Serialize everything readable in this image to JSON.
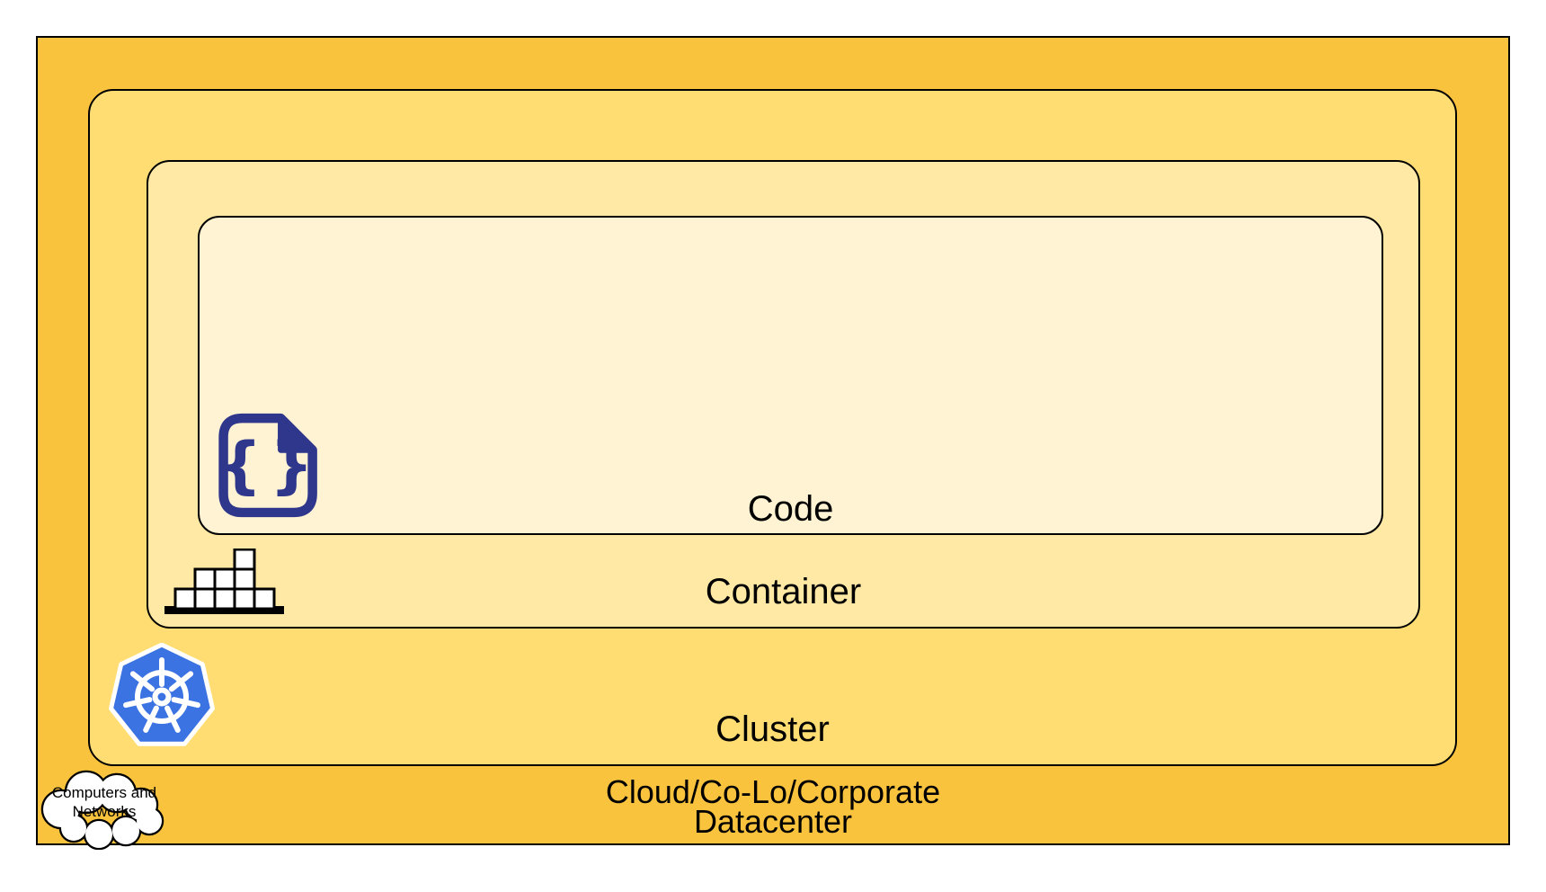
{
  "diagram": {
    "type": "nested-layers",
    "description": "Nested rounded rectangles showing cloud native stack layers",
    "layers": {
      "code": {
        "label": "Code"
      },
      "container": {
        "label": "Container"
      },
      "cluster": {
        "label": "Cluster"
      },
      "datacenter": {
        "label_line1": "Cloud/Co-Lo/Corporate",
        "label_line2": "Datacenter"
      }
    },
    "cloud_callout": {
      "line1": "Computers and",
      "line2": "Networks"
    },
    "icons": {
      "code": "code-file-icon (document with curly braces)",
      "code_braces_glyph": "{}",
      "container": "container-stack-icon (stacked shipping containers on a base)",
      "cluster": "kubernetes-icon (blue heptagon with white helm wheel)",
      "datacenter": "cloud-icon (white cloud outline)"
    },
    "colors": {
      "canvas_background": "#FFFFFF",
      "datacenter_fill": "#FAC33E",
      "cluster_fill": "#FFDD73",
      "container_fill": "#FFE9A4",
      "code_fill": "#FFF3D4",
      "outline": "#000000",
      "code_icon_navy": "#2F378C",
      "kubernetes_blue": "#3B73E3",
      "icon_white": "#FFFFFF",
      "label_text": "#000000"
    }
  }
}
